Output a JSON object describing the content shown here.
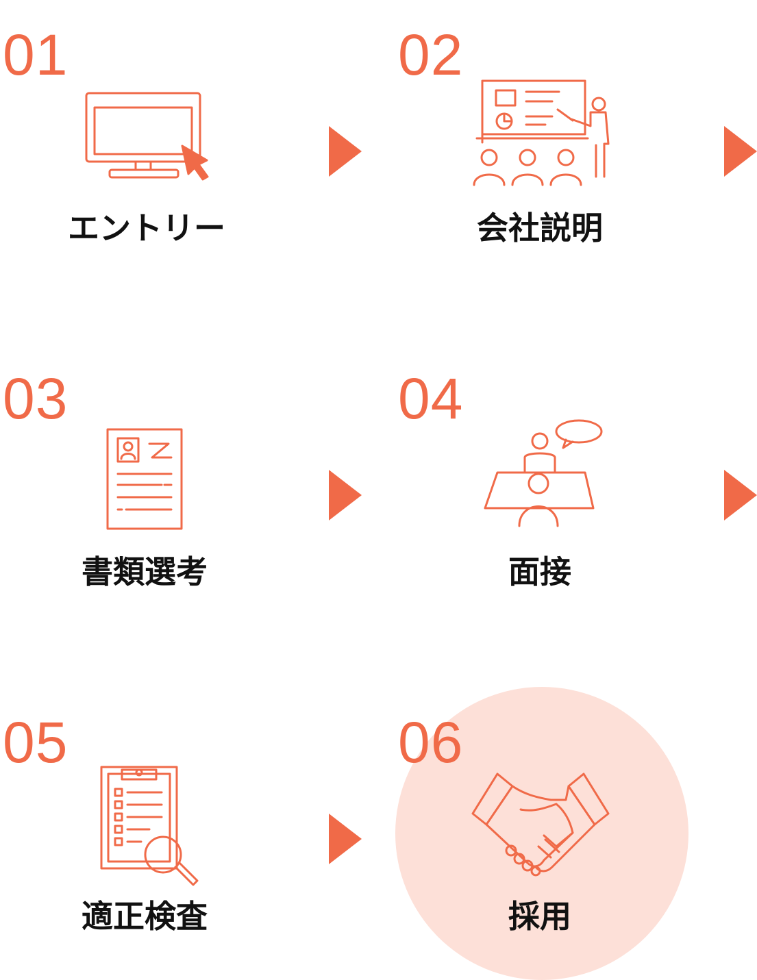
{
  "accent_color": "#f06a48",
  "highlight_color": "#fde0d8",
  "steps": [
    {
      "number": "01",
      "label": "エントリー",
      "icon": "computer-monitor-cursor-icon"
    },
    {
      "number": "02",
      "label": "会社説明",
      "icon": "presentation-audience-icon"
    },
    {
      "number": "03",
      "label": "書類選考",
      "icon": "resume-document-icon"
    },
    {
      "number": "04",
      "label": "面接",
      "icon": "interview-speech-bubble-icon"
    },
    {
      "number": "05",
      "label": "適正検査",
      "icon": "clipboard-magnifier-icon"
    },
    {
      "number": "06",
      "label": "採用",
      "icon": "handshake-icon",
      "highlighted": true
    }
  ],
  "arrow_icon": "triangle-right-icon"
}
